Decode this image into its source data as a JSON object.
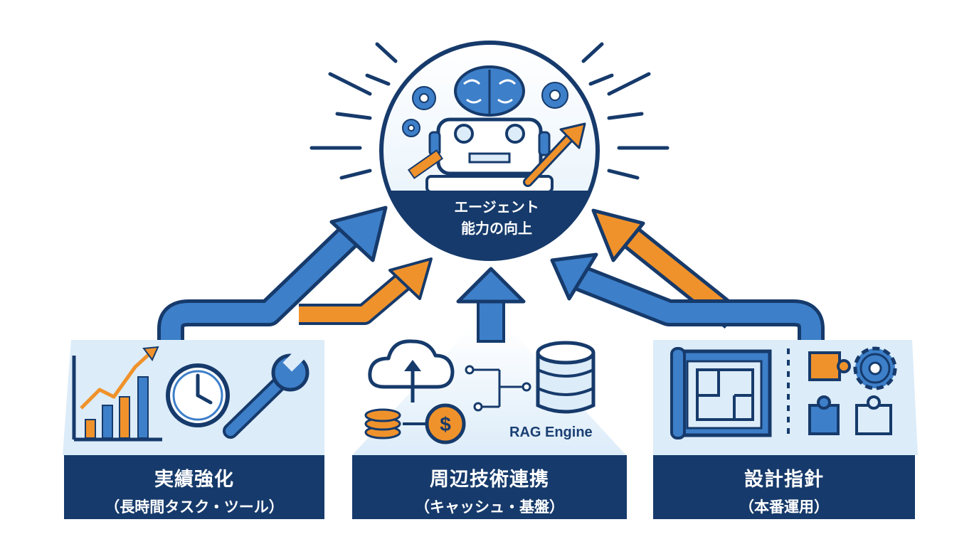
{
  "hub": {
    "line1": "エージェント",
    "line2": "能力の向上"
  },
  "pillars": [
    {
      "title": "実績強化",
      "subtitle": "（長時間タスク・ツール）"
    },
    {
      "title": "周辺技術連携",
      "subtitle": "（キャッシュ・基盤）"
    },
    {
      "title": "設計指針",
      "subtitle": "（本番運用）"
    }
  ],
  "rag_label": "RAG Engine",
  "colors": {
    "navy": "#163a6b",
    "blue": "#3d7fc9",
    "light_blue": "#dcecf9",
    "orange": "#f0922b"
  },
  "icons": {
    "hub": [
      "brain-icon",
      "robot-icon",
      "gear-icon",
      "growth-arrow-icon"
    ],
    "pillar_1": [
      "bar-chart-icon",
      "clock-icon",
      "wrench-icon"
    ],
    "pillar_2": [
      "cloud-upload-icon",
      "coins-icon",
      "dollar-icon",
      "database-icon"
    ],
    "pillar_3": [
      "blueprint-icon",
      "puzzle-icon",
      "gear-icon"
    ]
  }
}
